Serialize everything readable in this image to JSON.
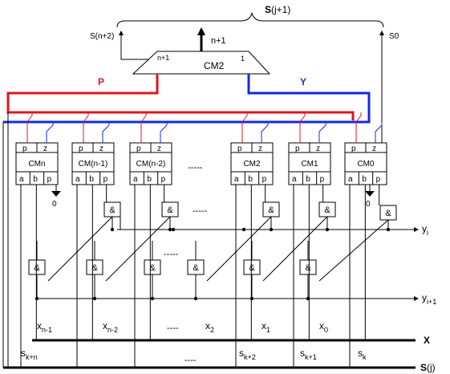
{
  "labels": {
    "s_j1": "S(j+1)",
    "s_j1_bold": "S",
    "s_j1_rest": "(j+1)",
    "s_n2": "S(n+2)",
    "s0": "S0",
    "n1_top": "n+1",
    "cm2_top": "CM2",
    "cm2_left_pin": "n+1",
    "cm2_right_pin": "1",
    "P": "P",
    "Y": "Y",
    "yi": "y",
    "yi_sub": "i",
    "yi1": "y",
    "yi1_sub": "i+1",
    "X": "X",
    "Sj_bold": "S",
    "Sj_rest": "(j)",
    "dashes": "-----",
    "dashes_short": "----",
    "zero": "0",
    "and": "&"
  },
  "modules": [
    {
      "name": "CMn",
      "pins_top": [
        "p",
        "z"
      ],
      "pins_bottom": [
        "a",
        "b",
        "p"
      ]
    },
    {
      "name": "CM(n-1)",
      "pins_top": [
        "p",
        "z"
      ],
      "pins_bottom": [
        "a",
        "b",
        "p"
      ]
    },
    {
      "name": "CM(n-2)",
      "pins_top": [
        "p",
        "z"
      ],
      "pins_bottom": [
        "a",
        "b",
        "p"
      ]
    },
    {
      "name": "CM2",
      "pins_top": [
        "p",
        "z"
      ],
      "pins_bottom": [
        "a",
        "b",
        "p"
      ]
    },
    {
      "name": "CM1",
      "pins_top": [
        "p",
        "z"
      ],
      "pins_bottom": [
        "a",
        "b",
        "p"
      ]
    },
    {
      "name": "CM0",
      "pins_top": [
        "p",
        "z"
      ],
      "pins_bottom": [
        "a",
        "b",
        "p"
      ]
    }
  ],
  "x_labels": [
    {
      "base": "x",
      "sub": "n-1"
    },
    {
      "base": "x",
      "sub": "n-2"
    },
    {
      "base": "x",
      "sub": "2"
    },
    {
      "base": "x",
      "sub": "1"
    },
    {
      "base": "x",
      "sub": "0"
    }
  ],
  "s_labels": [
    {
      "base": "s",
      "sub": "k+n"
    },
    {
      "base": "s",
      "sub": "k+2"
    },
    {
      "base": "s",
      "sub": "k+1"
    },
    {
      "base": "s",
      "sub": "k"
    }
  ],
  "colors": {
    "P": "#e0141e",
    "Y": "#1428e6"
  }
}
